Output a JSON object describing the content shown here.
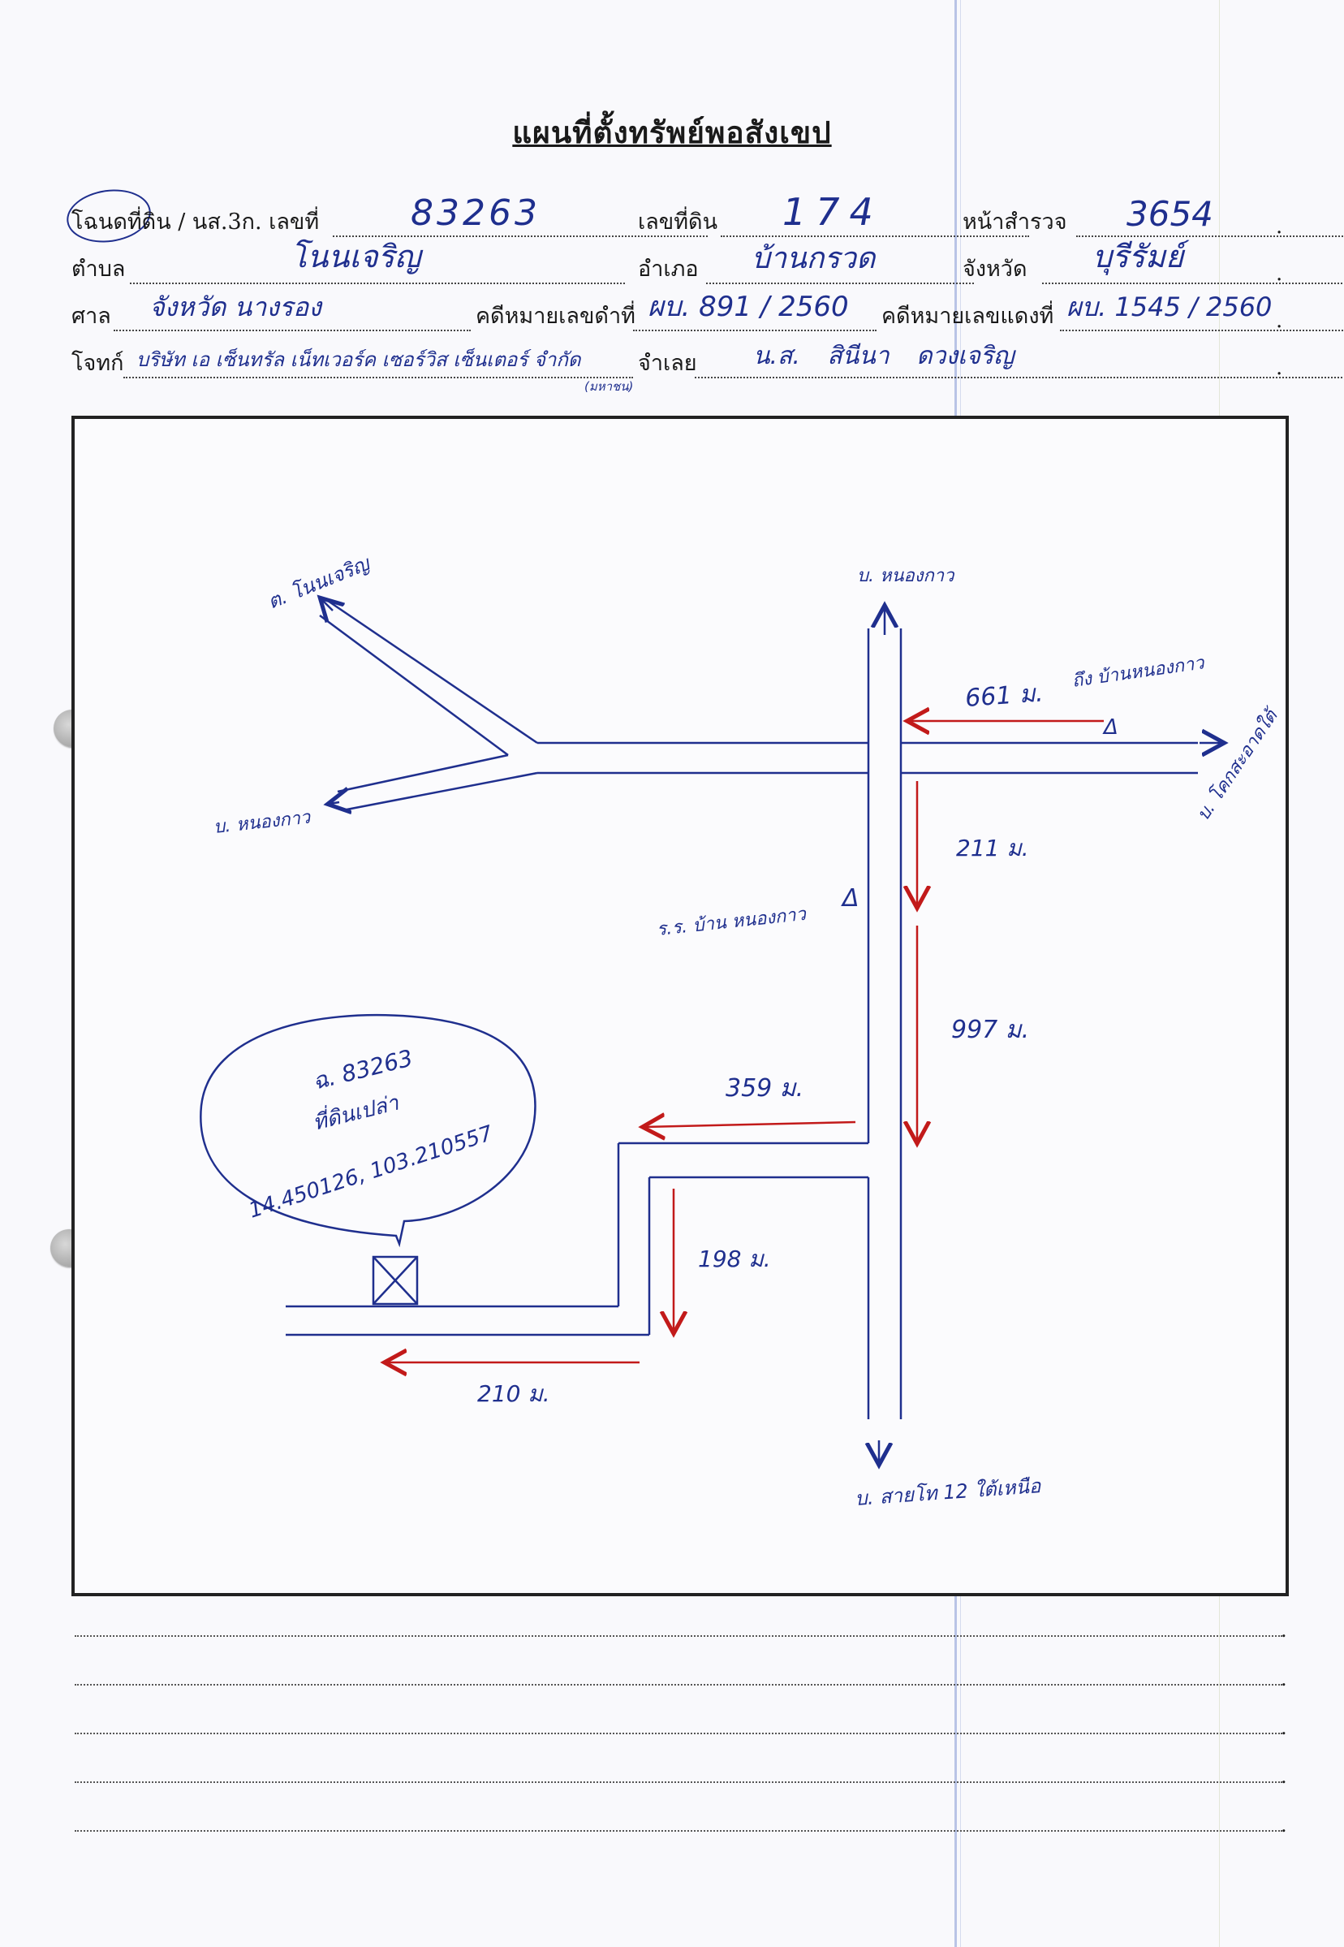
{
  "title": "แผนที่ตั้งทรัพย์พอสังเขป",
  "header": {
    "row1": {
      "deed_label": "โฉนดที่ดิน / นส.3ก. เลขที่",
      "deed_no": "83263",
      "land_no_label": "เลขที่ดิน",
      "land_no": "174",
      "survey_page_label": "หน้าสำรวจ",
      "survey_page": "3654"
    },
    "row2": {
      "subdistrict_label": "ตำบล",
      "subdistrict": "โนนเจริญ",
      "district_label": "อำเภอ",
      "district": "บ้านกรวด",
      "province_label": "จังหวัด",
      "province": "บุรีรัมย์"
    },
    "row3": {
      "court_label": "ศาล",
      "court": "จังหวัด นางรอง",
      "black_case_label": "คดีหมายเลขดำที่",
      "black_case": "ผบ. 891 / 2560",
      "red_case_label": "คดีหมายเลขแดงที่",
      "red_case": "ผบ. 1545 / 2560"
    },
    "row4": {
      "plaintiff_label": "โจทก์",
      "plaintiff": "บริษัท เอ เซ็นทรัล เน็ทเวอร์ค เซอร์วิส เซ็นเตอร์ จำกัด",
      "plaintiff_note": "(มหาชน)",
      "defendant_label": "จำเลย",
      "defendant": "น.ส. สินีนา  ดวงเจริญ"
    }
  },
  "map": {
    "labels": {
      "to_tambon": "ต. โนนเจริญ",
      "village_left": "บ. หนองกาว",
      "village_top": "บ. หนองกาว",
      "to_right_village": "บ. โคกสะอาดใต้",
      "school": "ร.ร. บ้าน หนองกาว",
      "school_mark": "Δ",
      "crossroad_dist": "661 ม.",
      "crossroad_note": "ถึง บ้านหนองกาว",
      "crossroad_mark": "Δ",
      "seg_211": "211 ม.",
      "seg_997": "997 ม.",
      "seg_359": "359 ม.",
      "seg_198": "198 ม.",
      "seg_210": "210 ม.",
      "to_south": "บ. สายโท 12 ใต้เหนือ",
      "bubble_deed": "ฉ. 83263",
      "bubble_status": "ที่ดินเปล่า",
      "bubble_coords": "14.450126, 103.210557"
    }
  },
  "colors": {
    "ink_blue": "#1f2f8e",
    "ink_red": "#c21a1a",
    "print": "#1a1a1a"
  },
  "notes_lines": [
    "",
    "",
    "",
    "",
    ""
  ]
}
